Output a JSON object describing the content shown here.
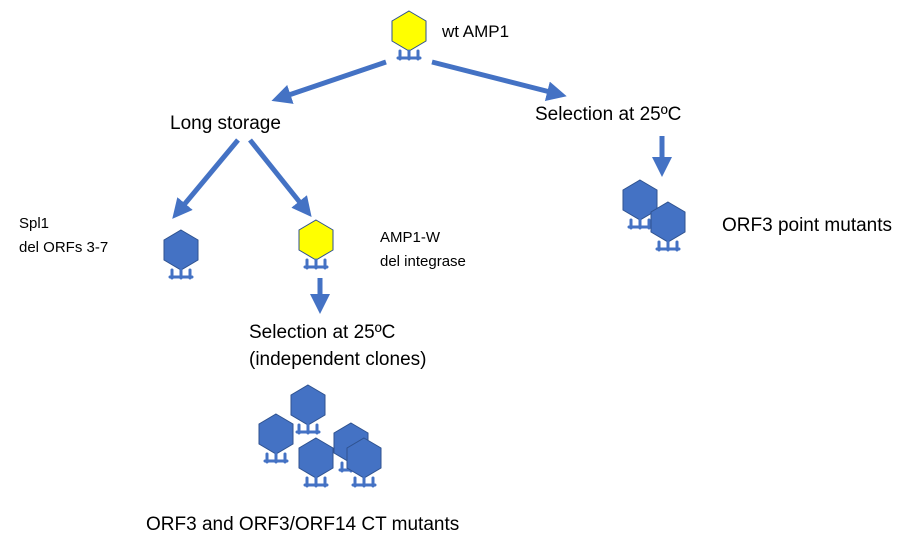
{
  "colors": {
    "arrow": "#4472C4",
    "phage_blue": "#4472C4",
    "phage_yellow": "#FFFF00",
    "outline": "#2F528F",
    "text": "#000000"
  },
  "labels": {
    "wt": "wt AMP1",
    "long_storage": "Long storage",
    "selection_right": "Selection at 25ºC",
    "orf3_point": "ORF3 point mutants",
    "spl1_line1": "Spl1",
    "spl1_line2": "del ORFs 3-7",
    "ampw_line1": "AMP1-W",
    "ampw_line2": "del  integrase",
    "selection_mid_line1": "Selection at 25ºC",
    "selection_mid_line2": "(independent clones)",
    "bottom": "ORF3 and ORF3/ORF14 CT mutants"
  },
  "phages": [
    {
      "name": "phage-wt-amp1",
      "color": "yellow"
    },
    {
      "name": "phage-orf3-point-1",
      "color": "blue"
    },
    {
      "name": "phage-orf3-point-2",
      "color": "blue"
    },
    {
      "name": "phage-spl1",
      "color": "blue"
    },
    {
      "name": "phage-amp1-w",
      "color": "yellow"
    },
    {
      "name": "phage-clone-1",
      "color": "blue"
    },
    {
      "name": "phage-clone-2",
      "color": "blue"
    },
    {
      "name": "phage-clone-3",
      "color": "blue"
    },
    {
      "name": "phage-clone-4",
      "color": "blue"
    },
    {
      "name": "phage-clone-5",
      "color": "blue"
    }
  ]
}
